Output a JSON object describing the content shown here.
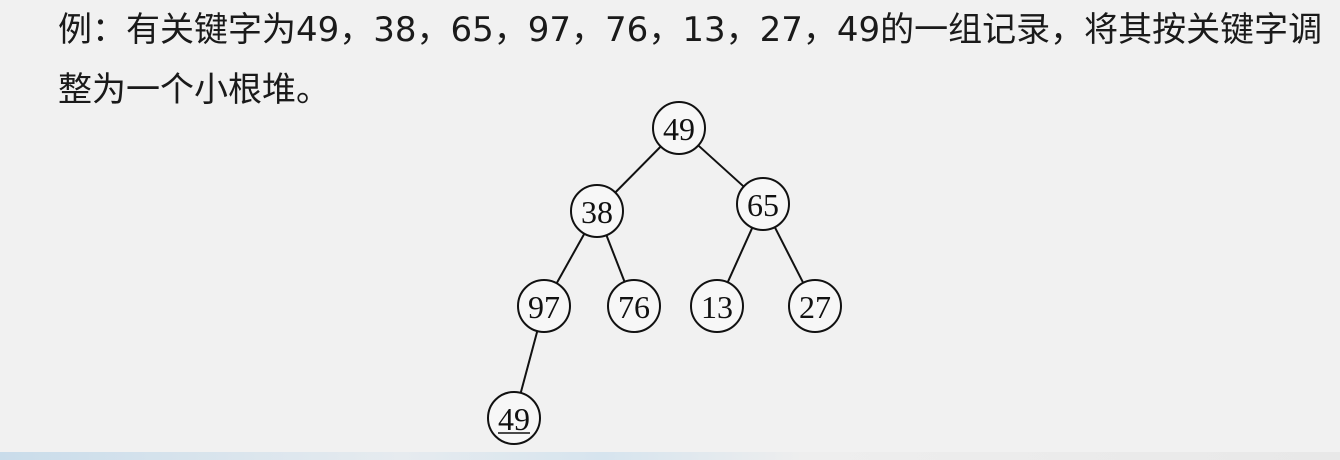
{
  "problem_text": "例：有关键字为49，38，65，97，76，13，27，49的一组记录，将其按关键字调整为一个小根堆。",
  "tree": {
    "nodes": [
      {
        "id": "n1",
        "label": "49",
        "underlined": false
      },
      {
        "id": "n2",
        "label": "38",
        "underlined": false
      },
      {
        "id": "n3",
        "label": "65",
        "underlined": false
      },
      {
        "id": "n4",
        "label": "97",
        "underlined": false
      },
      {
        "id": "n5",
        "label": "76",
        "underlined": false
      },
      {
        "id": "n6",
        "label": "13",
        "underlined": false
      },
      {
        "id": "n7",
        "label": "27",
        "underlined": false
      },
      {
        "id": "n8",
        "label": "49",
        "underlined": true
      }
    ],
    "edges": [
      [
        "n1",
        "n2"
      ],
      [
        "n1",
        "n3"
      ],
      [
        "n2",
        "n4"
      ],
      [
        "n2",
        "n5"
      ],
      [
        "n3",
        "n6"
      ],
      [
        "n3",
        "n7"
      ],
      [
        "n4",
        "n8"
      ]
    ]
  }
}
